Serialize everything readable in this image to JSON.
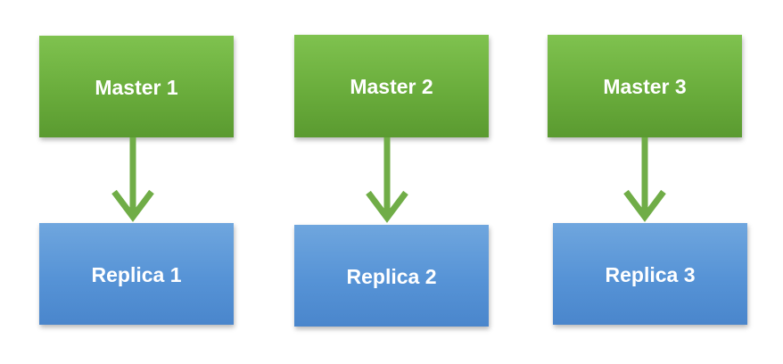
{
  "nodes": {
    "master_1": "Master 1",
    "master_2": "Master 2",
    "master_3": "Master 3",
    "replica_1": "Replica 1",
    "replica_2": "Replica 2",
    "replica_3": "Replica 3"
  },
  "edges": [
    {
      "from": "master_1",
      "to": "replica_1"
    },
    {
      "from": "master_2",
      "to": "replica_2"
    },
    {
      "from": "master_3",
      "to": "replica_3"
    }
  ],
  "colors": {
    "master_fill": "#6aad3c",
    "replica_fill": "#5693d6",
    "arrow": "#70ad47",
    "text": "#ffffff"
  }
}
